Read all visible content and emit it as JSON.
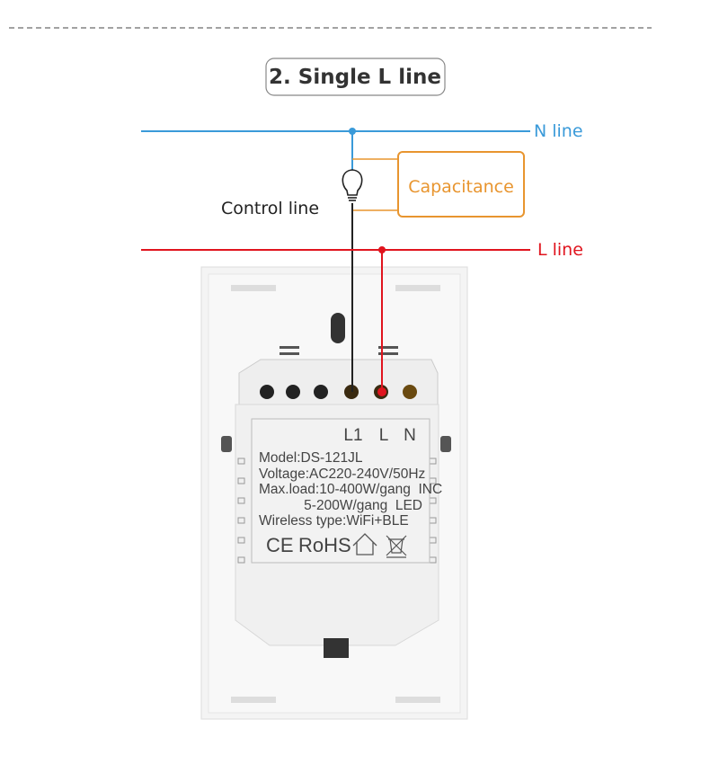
{
  "title": "2. Single L line",
  "lines": {
    "n_line": "N line",
    "l_line": "L line",
    "control_line": "Control line",
    "capacitance": "Capacitance"
  },
  "switch_label": {
    "terminals": [
      "L1",
      "L",
      "N"
    ],
    "model": "Model:DS-121JL",
    "voltage": "Voltage:AC220-240V/50Hz",
    "max_load_inc": "Max.load:10-400W/gang  INC",
    "max_load_led": "5-200W/gang  LED",
    "wireless": "Wireless type:WiFi+BLE",
    "certifications": [
      "CE",
      "RoHS"
    ]
  },
  "colors": {
    "n_line": "#3a9ad9",
    "l_line": "#e0141e",
    "capacitance": "#e8952f",
    "control": "#222222"
  }
}
